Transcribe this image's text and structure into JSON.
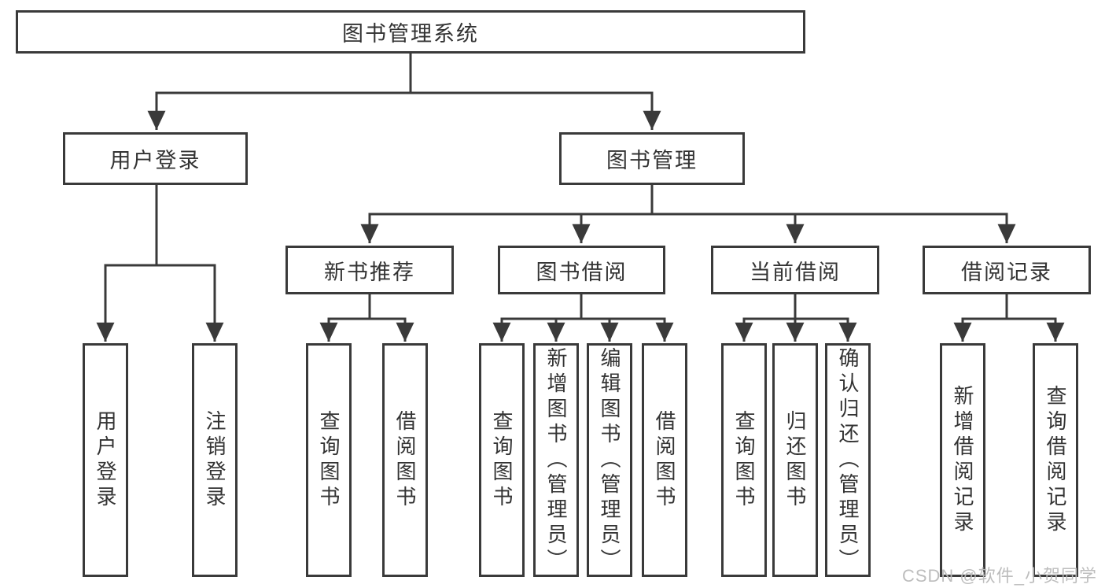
{
  "colors": {
    "line": "#3a3a3a",
    "text": "#333333",
    "background": "#ffffff",
    "watermark": "#b9b9b9"
  },
  "watermark": {
    "text": "CSDN @软件_小贺同学"
  },
  "tree": {
    "root": {
      "label": "图书管理系统"
    },
    "branches": [
      {
        "label": "用户登录",
        "children": [
          {
            "label": "用户登录"
          },
          {
            "label": "注销登录"
          }
        ]
      },
      {
        "label": "图书管理",
        "children": [
          {
            "label": "新书推荐",
            "children": [
              {
                "label": "查询图书"
              },
              {
                "label": "借阅图书"
              }
            ]
          },
          {
            "label": "图书借阅",
            "children": [
              {
                "label": "查询图书"
              },
              {
                "label": "新增图书（管理员）"
              },
              {
                "label": "编辑图书（管理员）"
              },
              {
                "label": "借阅图书"
              }
            ]
          },
          {
            "label": "当前借阅",
            "children": [
              {
                "label": "查询图书"
              },
              {
                "label": "归还图书"
              },
              {
                "label": "确认归还（管理员）"
              }
            ]
          },
          {
            "label": "借阅记录",
            "children": [
              {
                "label": "新增借阅记录"
              },
              {
                "label": "查询借阅记录"
              }
            ]
          }
        ]
      }
    ]
  }
}
